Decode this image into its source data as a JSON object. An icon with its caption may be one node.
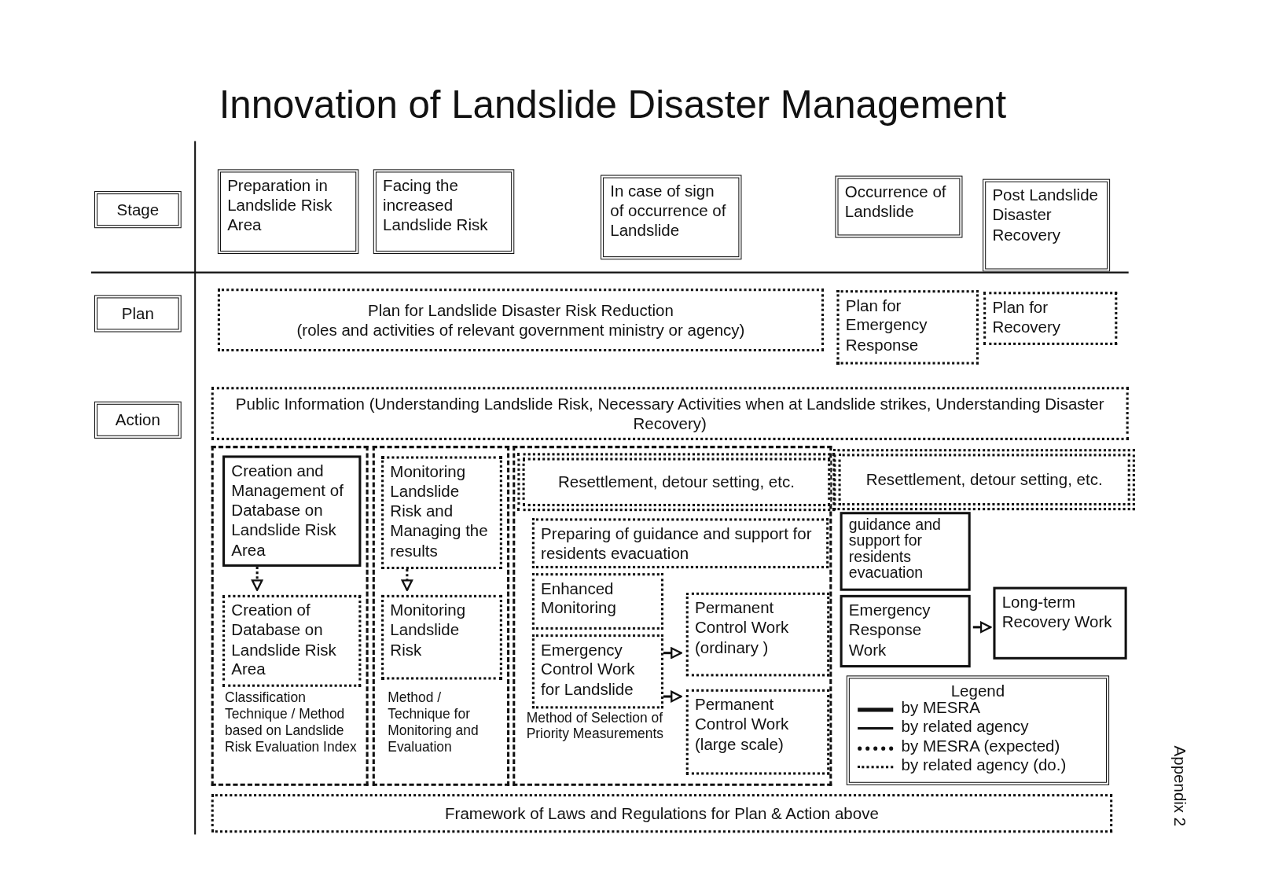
{
  "diagram": {
    "title": "Innovation of Landslide Disaster Management",
    "nodes": [
      {
        "text": [
          "Stage"
        ]
      },
      {
        "text": [
          "Preparation in Landslide Risk Area"
        ]
      },
      {
        "text": [
          "Facing the increased Landslide Risk"
        ]
      },
      {
        "text": [
          "In case of sign of occurrence of Landslide"
        ]
      },
      {
        "text": [
          "Occurrence of Landslide"
        ]
      },
      {
        "text": [
          "Post Landslide Disaster Recovery"
        ]
      },
      {
        "text": [
          "Plan"
        ]
      },
      {
        "text": [
          "Plan for Landslide Disaster Risk Reduction",
          "(roles and activities of relevant government ministry or agency)"
        ]
      },
      {
        "text": [
          "Plan for Emergency Response"
        ]
      },
      {
        "text": [
          "Plan for Recovery"
        ]
      },
      {
        "text": [
          "Action"
        ]
      },
      {
        "text": [
          "Public Information (Understanding Landslide Risk, Necessary Activities when at Landslide strikes, Understanding Disaster Recovery)"
        ]
      },
      {
        "text": [
          "Classification Technique / Method based on Landslide Risk Evaluation Index"
        ]
      },
      {
        "text": [
          "Creation and Management of Database on Landslide Risk Area"
        ],
        "in": 12
      },
      {
        "text": [
          "Creation of Database on Landslide Risk Area"
        ],
        "in": 12
      },
      {
        "text": [
          "Method / Technique for Monitoring and Evaluation"
        ]
      },
      {
        "text": [
          "Monitoring Landslide Risk and Managing the results"
        ],
        "in": 15
      },
      {
        "text": [
          "Monitoring Landslide Risk"
        ],
        "in": 15
      },
      {
        "text": [
          "Method of Selection of Priority Measurements"
        ]
      },
      {
        "text": [
          "Resettlement, detour setting, etc."
        ],
        "in": 18
      },
      {
        "text": [
          "Preparing of guidance and support  for residents evacuation"
        ],
        "in": 18
      },
      {
        "text": [
          "Enhanced Monitoring"
        ],
        "in": 18
      },
      {
        "text": [
          "Emergency Control Work for Landslide"
        ],
        "in": 18
      },
      {
        "text": [
          "Permanent Control Work (ordinary )"
        ],
        "in": 18
      },
      {
        "text": [
          "Permanent Control Work (large scale)"
        ],
        "in": 18
      },
      {
        "text": [
          "Resettlement, detour setting, etc."
        ]
      },
      {
        "text": [
          "guidance and support  for residents evacuation"
        ]
      },
      {
        "text": [
          "Emergency Response Work"
        ]
      },
      {
        "text": [
          "Long-term Recovery Work"
        ]
      },
      {
        "text": [
          "Framework  of Laws and Regulations for Plan & Action above"
        ]
      }
    ],
    "edges": [
      {
        "from": 13,
        "to": 14,
        "arrow": "to",
        "style": "dashed"
      },
      {
        "from": 16,
        "to": 17,
        "arrow": "to",
        "style": "dashed"
      },
      {
        "from": 22,
        "to": 23,
        "arrow": "to"
      },
      {
        "from": 22,
        "to": 24,
        "arrow": "to"
      },
      {
        "from": 27,
        "to": 28,
        "arrow": "to"
      }
    ],
    "labels": [
      "Legend",
      "Appendix 2"
    ],
    "legend": [
      {
        "text": "by MESRA"
      },
      {
        "text": "by related agency"
      },
      {
        "text": "by MESRA (expected)"
      },
      {
        "text": "by related agency (do.)"
      }
    ]
  }
}
